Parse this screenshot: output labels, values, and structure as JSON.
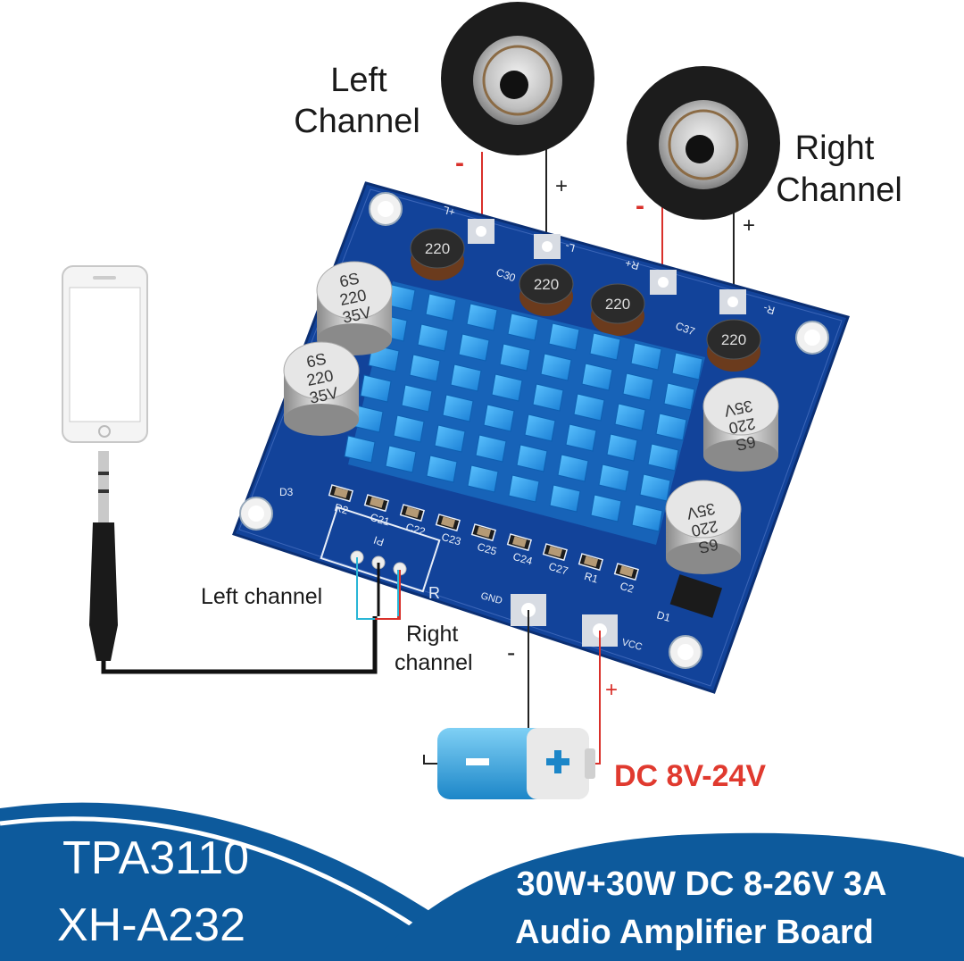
{
  "annotations": {
    "left_channel_speaker": [
      "Left",
      "Channel"
    ],
    "right_channel_speaker": [
      "Right",
      "Channel"
    ],
    "minus": "-",
    "plus": "+",
    "left_channel_input": "Left channel",
    "right_channel_input": [
      "Right",
      "channel"
    ],
    "power": "DC 8V-24V"
  },
  "board": {
    "silkscreen": {
      "l_plus": "+L",
      "l_minus": "L-",
      "r_plus": "R+",
      "r_minus": "R-",
      "gnd": "GND",
      "vcc": "VCC",
      "pi": "PI",
      "r": "R",
      "d1": "D1",
      "d3": "D3",
      "parts": [
        "R2",
        "C21",
        "C22",
        "C23",
        "C25",
        "C24",
        "C27",
        "R1",
        "C2"
      ],
      "c30": "C30",
      "c37": "C37"
    },
    "capacitor_marking": [
      "6S",
      "220",
      "35V"
    ],
    "inductor_marking": "220"
  },
  "banner": {
    "model_line1": "TPA3110",
    "model_line2": "XH-A232",
    "spec_line1": "30W+30W DC 8-26V 3A",
    "spec_line2": "Audio Amplifier Board"
  },
  "colors": {
    "banner_blue": "#0d5a9c",
    "board_blue": "#12439a",
    "heatsink_blue": "#2b9be8",
    "power_red": "#e03a2f",
    "wire_red": "#d9302a",
    "wire_cyan": "#29b6d6"
  }
}
